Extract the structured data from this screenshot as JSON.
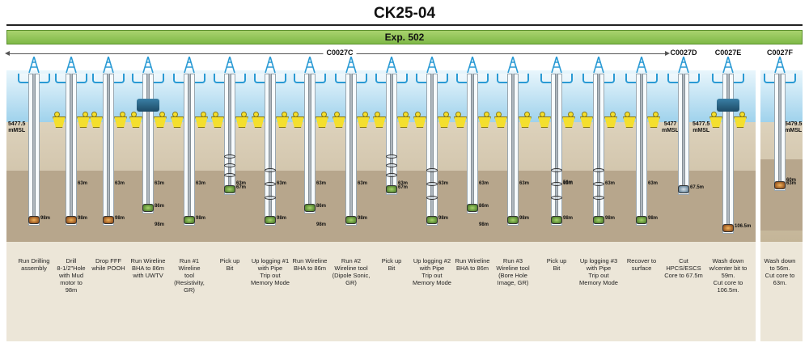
{
  "title": "CK25-04",
  "expedition": "Exp. 502",
  "sites": {
    "c": "C0027C",
    "d": "C0027D",
    "e": "C0027E",
    "f": "C0027F"
  },
  "msl": {
    "left": [
      "5477.5",
      "mMSL"
    ],
    "mid_d": [
      "5477",
      "mMSL"
    ],
    "mid_e": [
      "5477.5",
      "mMSL"
    ],
    "right": [
      "5479.5",
      "mMSL"
    ]
  },
  "steps": [
    {
      "site": "C0027C",
      "label": [
        "Run Drilling",
        "assembly"
      ],
      "pipe_end": "98m",
      "casing": "",
      "bit": "orange",
      "extra": [],
      "packer": false
    },
    {
      "site": "C0027C",
      "label": [
        "Drill",
        "8-1/2\"Hole",
        "with Mud",
        "motor to",
        "98m"
      ],
      "pipe_end": "98m",
      "casing": "63m",
      "bit": "orange",
      "extra": [],
      "packer": true
    },
    {
      "site": "C0027C",
      "label": [
        "Drop FFF",
        "while POOH"
      ],
      "pipe_end": "98m",
      "casing": "63m",
      "bit": "orange",
      "extra": [],
      "packer": true
    },
    {
      "site": "C0027C",
      "label": [
        "Run Wireline",
        "BHA to 86m",
        "with UWTV"
      ],
      "pipe_end": "86m",
      "casing": "63m",
      "bit": "green",
      "extra": [
        "98m"
      ],
      "packer": true
    },
    {
      "site": "C0027C",
      "label": [
        "Run #1",
        "Wireline",
        "tool",
        "(Resistivity,",
        "GR)"
      ],
      "pipe_end": "98m",
      "casing": "63m",
      "bit": "green",
      "extra": [],
      "packer": true
    },
    {
      "site": "C0027C",
      "label": [
        "Pick up",
        "Bit"
      ],
      "pipe_end": "67m",
      "casing": "63m",
      "bit": "green",
      "extra": [],
      "packer": true
    },
    {
      "site": "C0027C",
      "label": [
        "Up logging #1",
        "with Pipe",
        "Trip out",
        "Memory Mode"
      ],
      "pipe_end": "98m",
      "casing": "63m",
      "bit": "green",
      "extra": [],
      "packer": true
    },
    {
      "site": "C0027C",
      "label": [
        "Run Wireline",
        "BHA to 86m"
      ],
      "pipe_end": "86m",
      "casing": "63m",
      "bit": "green",
      "extra": [
        "98m"
      ],
      "packer": true
    },
    {
      "site": "C0027C",
      "label": [
        "Run #2",
        "Wireline tool",
        "(Dipole Sonic,",
        "GR)"
      ],
      "pipe_end": "98m",
      "casing": "63m",
      "bit": "green",
      "extra": [],
      "packer": true
    },
    {
      "site": "C0027C",
      "label": [
        "Pick up",
        "Bit"
      ],
      "pipe_end": "67m",
      "casing": "63m",
      "bit": "green",
      "extra": [],
      "packer": true
    },
    {
      "site": "C0027C",
      "label": [
        "Up logging #2",
        "with Pipe",
        "Trip out",
        "Memory Mode"
      ],
      "pipe_end": "98m",
      "casing": "63m",
      "bit": "green",
      "extra": [],
      "packer": true
    },
    {
      "site": "C0027C",
      "label": [
        "Run Wireline",
        "BHA to 86m"
      ],
      "pipe_end": "86m",
      "casing": "63m",
      "bit": "green",
      "extra": [
        "98m"
      ],
      "packer": true
    },
    {
      "site": "C0027C",
      "label": [
        "Run #3",
        "Wireline tool",
        "(Bore Hole",
        "Image, GR)"
      ],
      "pipe_end": "98m",
      "casing": "63m",
      "bit": "green",
      "extra": [],
      "packer": true
    },
    {
      "site": "C0027C",
      "label": [
        "Pick up",
        "Bit"
      ],
      "pipe_end": "98m",
      "casing": "63m",
      "bit": "green",
      "extra": [
        "56m"
      ],
      "packer": true
    },
    {
      "site": "C0027C",
      "label": [
        "Up logging #3",
        "with Pipe",
        "Trip out",
        "Memory Mode"
      ],
      "pipe_end": "98m",
      "casing": "63m",
      "bit": "green",
      "extra": [],
      "packer": true
    },
    {
      "site": "C0027C",
      "label": [
        "Recover to",
        "surface"
      ],
      "pipe_end": "98m",
      "casing": "63m",
      "bit": "green",
      "extra": [],
      "packer": true
    },
    {
      "site": "C0027D",
      "label": [
        "Cut",
        "HPCS/ESCS",
        "Core to 67.5m"
      ],
      "pipe_end": "67.5m",
      "casing": "",
      "bit": "blue",
      "extra": [],
      "packer": false
    },
    {
      "site": "C0027E",
      "label": [
        "Wash down",
        "w/center bit to",
        "59m.",
        "Cut core to",
        "106.5m."
      ],
      "pipe_end": "106.5m",
      "casing": "",
      "bit": "orange",
      "extra": [],
      "packer": true
    },
    {
      "site": "C0027F",
      "label": [
        "Wash down",
        "to 56m.",
        "Cut core to",
        "63m."
      ],
      "pipe_end": "63m",
      "casing": "60m",
      "bit": "orange",
      "extra": [],
      "packer": false
    }
  ],
  "colors": {
    "derrick": "#2a9ad4",
    "packer": "#f4df2e",
    "exp_bar": "#8cc152"
  },
  "icons": [
    "derrick-icon",
    "drill-bit-icon",
    "packer-icon",
    "uwtv-icon",
    "logging-tool-icon"
  ]
}
